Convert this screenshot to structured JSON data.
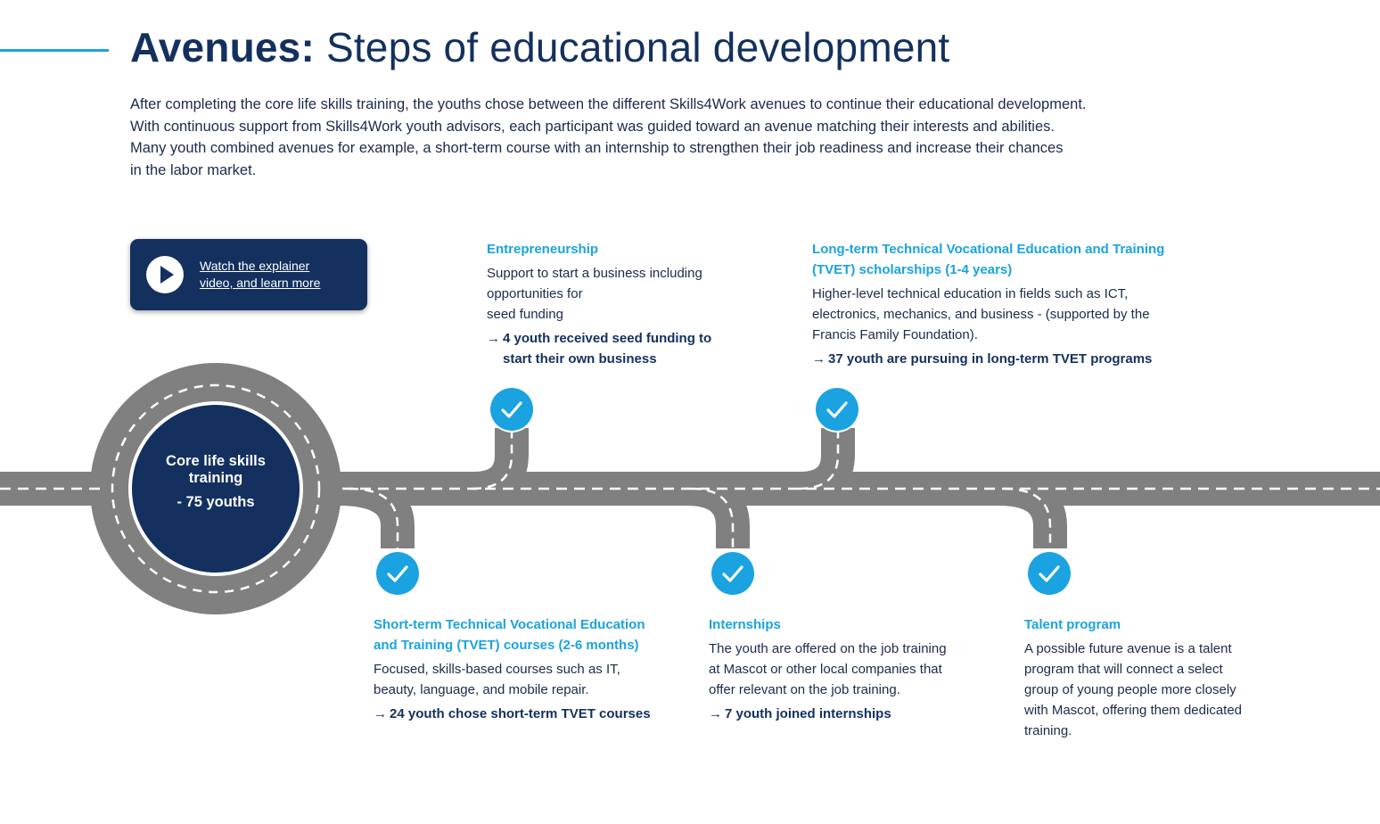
{
  "header": {
    "title_strong": "Avenues:",
    "title_rest": " Steps of educational development"
  },
  "intro": {
    "line1": "After completing the core life skills training, the youths chose between the different Skills4Work avenues to continue their educational development.",
    "line2": "With continuous support from Skills4Work youth advisors, each participant was guided toward an avenue matching their interests and abilities.",
    "line3": "Many youth combined avenues for example, a short-term course with an internship to strengthen their job readiness and increase their chances",
    "line4": "in the labor market."
  },
  "video_button": {
    "label": "Watch the explainer video, and learn more",
    "icon": "play-icon"
  },
  "hub": {
    "label": "Core life skills training",
    "count": "- 75 youths"
  },
  "avenues": [
    {
      "title": "Entrepreneurship",
      "desc_lines": [
        "Support to start a business including",
        "opportunities for",
        "seed funding"
      ],
      "result": "4 youth received seed funding to start their own business",
      "icon": "check-icon"
    },
    {
      "title": "Long-term Technical Vocational Education and Training (TVET) scholarships (1-4 years)",
      "desc_lines": [
        "Higher-level technical education in fields such as ICT,",
        "electronics, mechanics, and business -  (supported by the",
        "Francis Family Foundation)."
      ],
      "result": "37 youth are pursuing in long-term TVET programs",
      "icon": "check-icon"
    },
    {
      "title": "Short-term Technical Vocational Education and Training (TVET) courses  (2-6 months)",
      "desc_lines": [
        "Focused, skills-based courses such as IT,",
        "beauty, language, and mobile repair."
      ],
      "result": "24 youth chose short-term TVET courses",
      "icon": "check-icon"
    },
    {
      "title": "Internships",
      "desc_lines": [
        "The youth are offered on the job training",
        "at Mascot or other local companies that",
        "offer relevant on the job training."
      ],
      "result": "7 youth joined internships",
      "icon": "check-icon"
    },
    {
      "title": "Talent program",
      "desc_lines": [
        "A possible future avenue is a talent",
        "program that will connect a select",
        "group of young people more closely",
        "with Mascot, offering them dedicated",
        "training."
      ],
      "result": "",
      "icon": "check-icon"
    }
  ],
  "result_arrow": "→",
  "colors": {
    "navy": "#13305e",
    "accent": "#1aa3e0",
    "road": "#808080",
    "lane_marking": "#ffffff"
  }
}
